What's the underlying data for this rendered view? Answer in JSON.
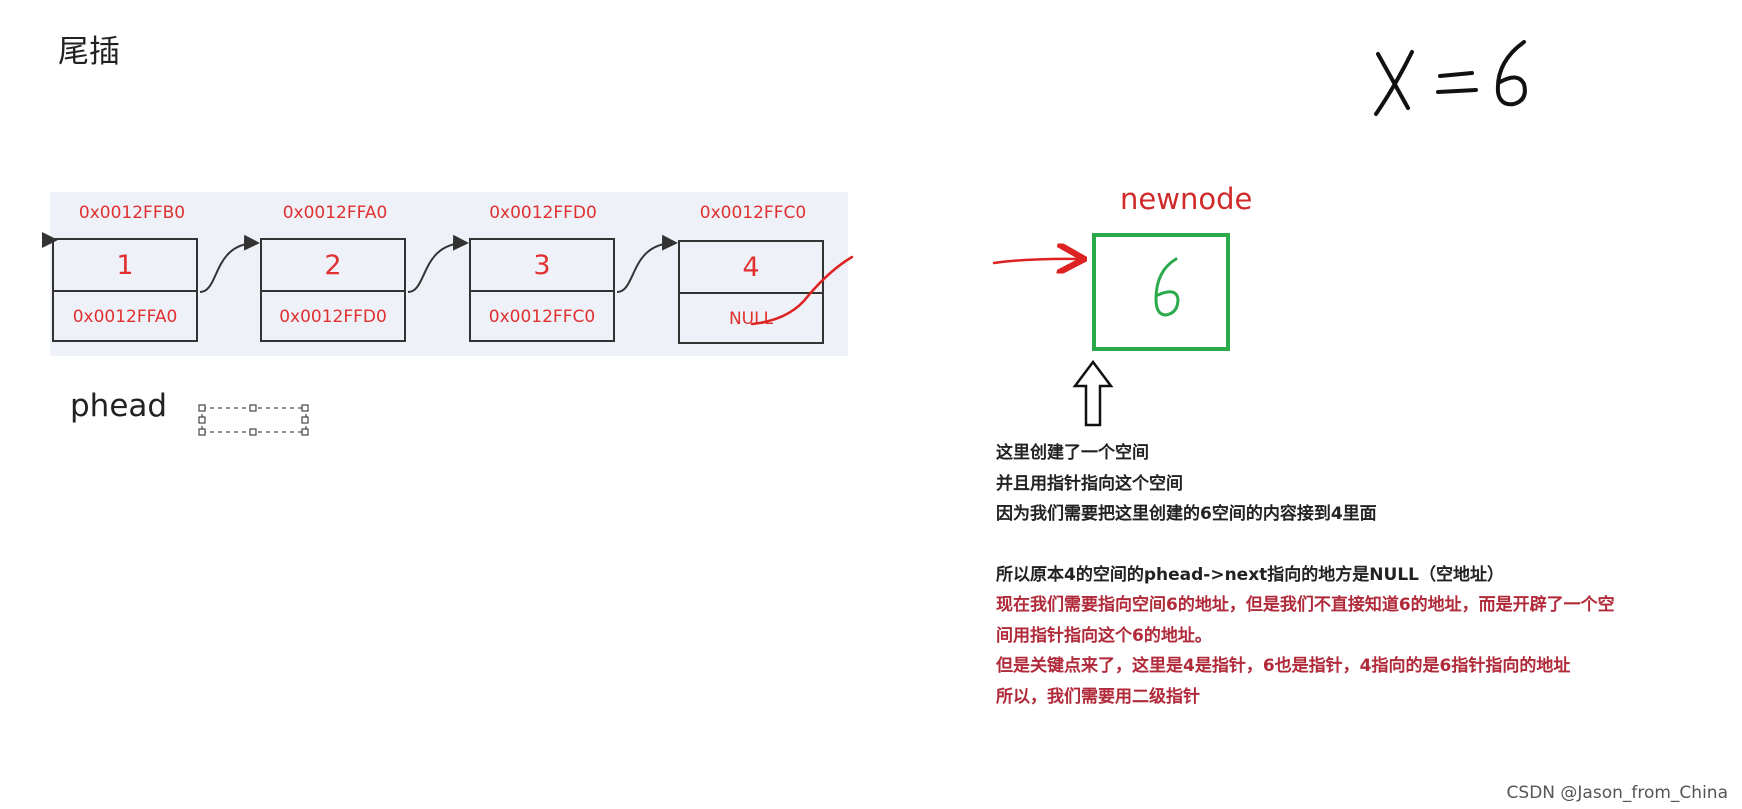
{
  "title": "尾插",
  "formula": "X = 6",
  "nodes": [
    {
      "address": "0x0012FFB0",
      "value": "1",
      "next": "0x0012FFA0"
    },
    {
      "address": "0x0012FFA0",
      "value": "2",
      "next": "0x0012FFD0"
    },
    {
      "address": "0x0012FFD0",
      "value": "3",
      "next": "0x0012FFC0"
    },
    {
      "address": "0x0012FFC0",
      "value": "4",
      "next": "NULL"
    }
  ],
  "phead_label": "phead",
  "newnode": {
    "label": "newnode",
    "value": "6"
  },
  "notes": {
    "line1": "这里创建了一个空间",
    "line2": "并且用指针指向这个空间",
    "line3": "因为我们需要把这里创建的6空间的内容接到4里面",
    "line4": "所以原本4的空间的phead->next指向的地方是NULL（空地址）",
    "line5": "现在我们需要指向空间6的地址，但是我们不直接知道6的地址，而是开辟了一个空间用指针指向这个6的地址。",
    "line6": "但是关键点来了，这里是4是指针，6也是指针，4指向的是6指针指向的地址",
    "line7": "所以，我们需要用二级指针"
  },
  "watermark": "CSDN @Jason_from_China",
  "colors": {
    "address_red": "#e03030",
    "ink_red": "#d02a2a",
    "note_red": "#b02a3a",
    "box_green": "#2aaa4a"
  }
}
